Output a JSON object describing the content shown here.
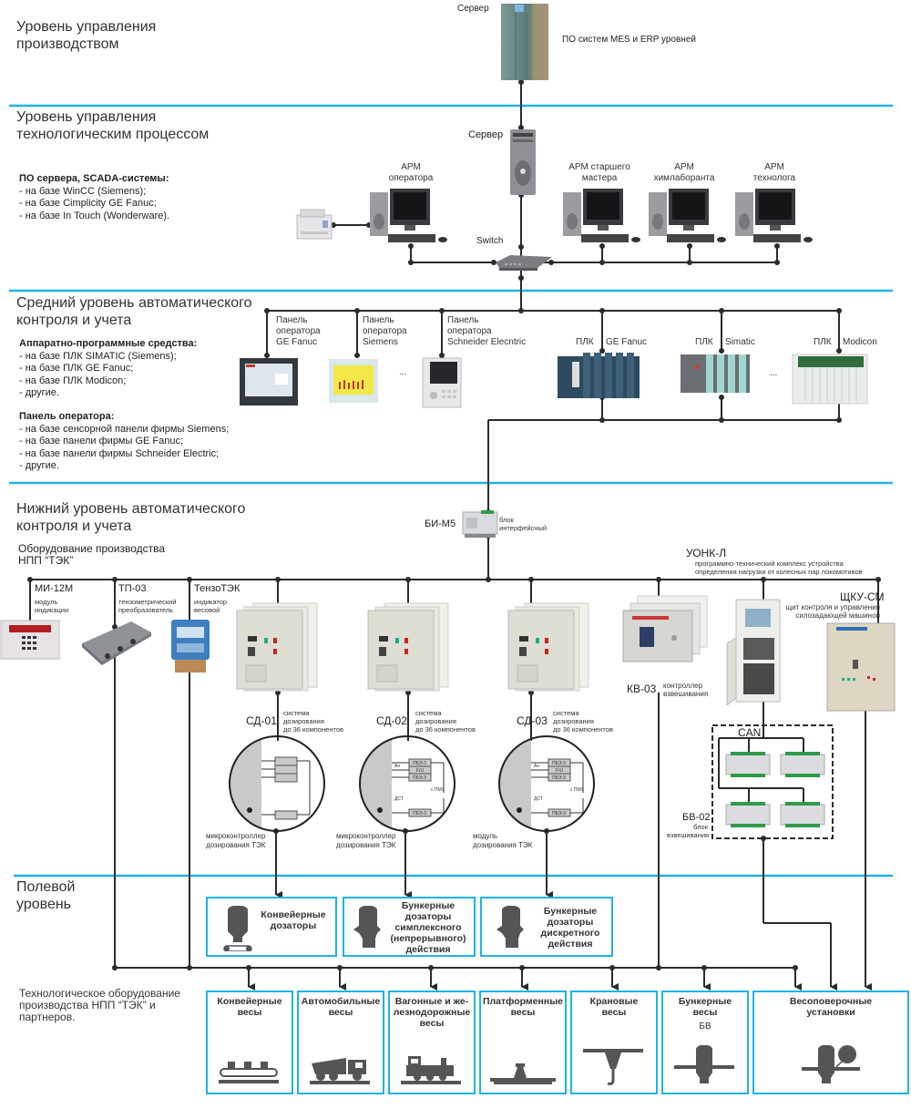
{
  "levels": {
    "production": [
      "Уровень управления",
      "производством"
    ],
    "process": [
      "Уровень управления",
      "технологическим процессом"
    ],
    "middle": [
      "Средний уровень автоматического",
      "контроля и учета"
    ],
    "lower": [
      "Нижний уровень автоматического",
      "контроля и учета"
    ],
    "field": [
      "Полевой",
      "уровень"
    ]
  },
  "top": {
    "server_label": "Сервер",
    "server_desc": "ПО систем MES и ERP уровней"
  },
  "scada": {
    "title": "ПО сервера, SCADA-системы:",
    "items": [
      "- на базе WinCC (Siemens);",
      "- на базе Cimplicity GE Fanuc;",
      "- на базе In Touch (Wonderware)."
    ]
  },
  "process_devices": {
    "server": "Сервер",
    "switch": "Switch",
    "arm_operator": [
      "АРМ",
      "оператора"
    ],
    "arm_master": [
      "АРМ старшего",
      "мастера"
    ],
    "arm_chem": [
      "АРМ",
      "химлаборанта"
    ],
    "arm_tech": [
      "АРМ",
      "технолога"
    ]
  },
  "hardware": {
    "title": "Аппаратно-программные средства:",
    "items": [
      "- на базе ПЛК SIMATIC (Siemens);",
      "- на базе ПЛК GE Fanuc;",
      "- на базе ПЛК Modicon;",
      "- другие."
    ]
  },
  "operator_panel": {
    "title": "Панель оператора:",
    "items": [
      "- на базе сенсорной панели фирмы Siemens;",
      "- на базе панели фирмы GE Fanuc;",
      "- на базе панели фирмы Schneider Electric;",
      "- другие."
    ]
  },
  "panels": [
    [
      "Панель",
      "оператора",
      "GE Fanuc"
    ],
    [
      "Панель",
      "оператора",
      "Siemens"
    ],
    [
      "Панель",
      "оператора",
      "Schneider Elecntric"
    ]
  ],
  "plcs": [
    {
      "type": "ПЛК",
      "name": "GE Fanuc"
    },
    {
      "type": "ПЛК",
      "name": "Simatic"
    },
    {
      "type": "ПЛК",
      "name": "Modicon"
    }
  ],
  "ellipsis": "...",
  "lower": {
    "equipment_title": [
      "Оборудование производства",
      "НПП “ТЭК”"
    ],
    "bim5": {
      "name": "БИ-М5",
      "desc": [
        "блок",
        "интерфейсный"
      ]
    },
    "mi12m": {
      "name": "МИ-12М",
      "desc": [
        "модуль",
        "индикации"
      ]
    },
    "tp03": {
      "name": "ТП-03",
      "desc": [
        "тензометрический",
        "преобразователь"
      ]
    },
    "tenzotek": {
      "name": "ТензоТЭК",
      "desc": [
        "индикатор",
        "весовой"
      ]
    },
    "sd": [
      {
        "name": "СД-01",
        "desc": [
          "система",
          "дозирования",
          "до 36 компонентов"
        ],
        "module": [
          "микроконтроллер",
          "дозирования ТЭК"
        ]
      },
      {
        "name": "СД-02",
        "desc": [
          "система",
          "дозирования",
          "до 36 компонентов"
        ],
        "module": [
          "микроконтроллер",
          "дозирования ТЭК"
        ]
      },
      {
        "name": "СД-03",
        "desc": [
          "система",
          "дозирования",
          "до 36 компонентов"
        ],
        "module": [
          "модуль",
          "дозирования ТЭК"
        ]
      }
    ],
    "circuit": {
      "pbe": "ПБЭ-3",
      "fu": "F/U",
      "an": "Ан",
      "dst": "ДСТ",
      "pmu": "с ПМУ"
    },
    "kv03": {
      "name": "КВ-03",
      "desc": [
        "контроллер",
        "взвешивания"
      ]
    },
    "uonk": {
      "name": "УОНК-Л",
      "desc": [
        "программно-технический комплекс устройства",
        "определения нагрузки от колесных пар локомотивов"
      ]
    },
    "shku": {
      "name": "ЩКУ-СМ",
      "desc": [
        "щит контроля и управления",
        "силозадающей машиной"
      ]
    },
    "can": "CAN",
    "bv02": {
      "name": "БВ-02",
      "desc": [
        "блок",
        "взвешивания"
      ]
    }
  },
  "field": {
    "dosers": [
      [
        "Конвейерные",
        "дозаторы"
      ],
      [
        "Бункерные",
        "дозаторы",
        "симплексного",
        "(непрерывного)",
        "действия"
      ],
      [
        "Бункерные",
        "дозаторы",
        "дискретного",
        "действия"
      ]
    ],
    "tech_title": [
      "Технологическое оборудование",
      "производства НПП “ТЭК” и",
      "партнеров."
    ],
    "scales": [
      {
        "title": [
          "Конвейерные",
          "весы"
        ],
        "icon": "conveyor-icon"
      },
      {
        "title": [
          "Автомобильные",
          "весы"
        ],
        "icon": "truck-icon"
      },
      {
        "title": [
          "Вагонные и же-",
          "лезнодорожные",
          "весы"
        ],
        "icon": "locomotive-icon"
      },
      {
        "title": [
          "Платформенные",
          "весы"
        ],
        "icon": "platform-scale-icon"
      },
      {
        "title": [
          "Крановые",
          "весы"
        ],
        "icon": "crane-hook-icon"
      },
      {
        "title": [
          "Бункерные",
          "весы"
        ],
        "sub": "БВ",
        "icon": "bunker-icon"
      },
      {
        "title": [
          "Весоповерочные",
          "установки"
        ],
        "icon": "calibration-icon"
      }
    ]
  },
  "colors": {
    "accent": "#1fb2e8",
    "wire": "#2b2b2b",
    "icon": "#555555"
  }
}
